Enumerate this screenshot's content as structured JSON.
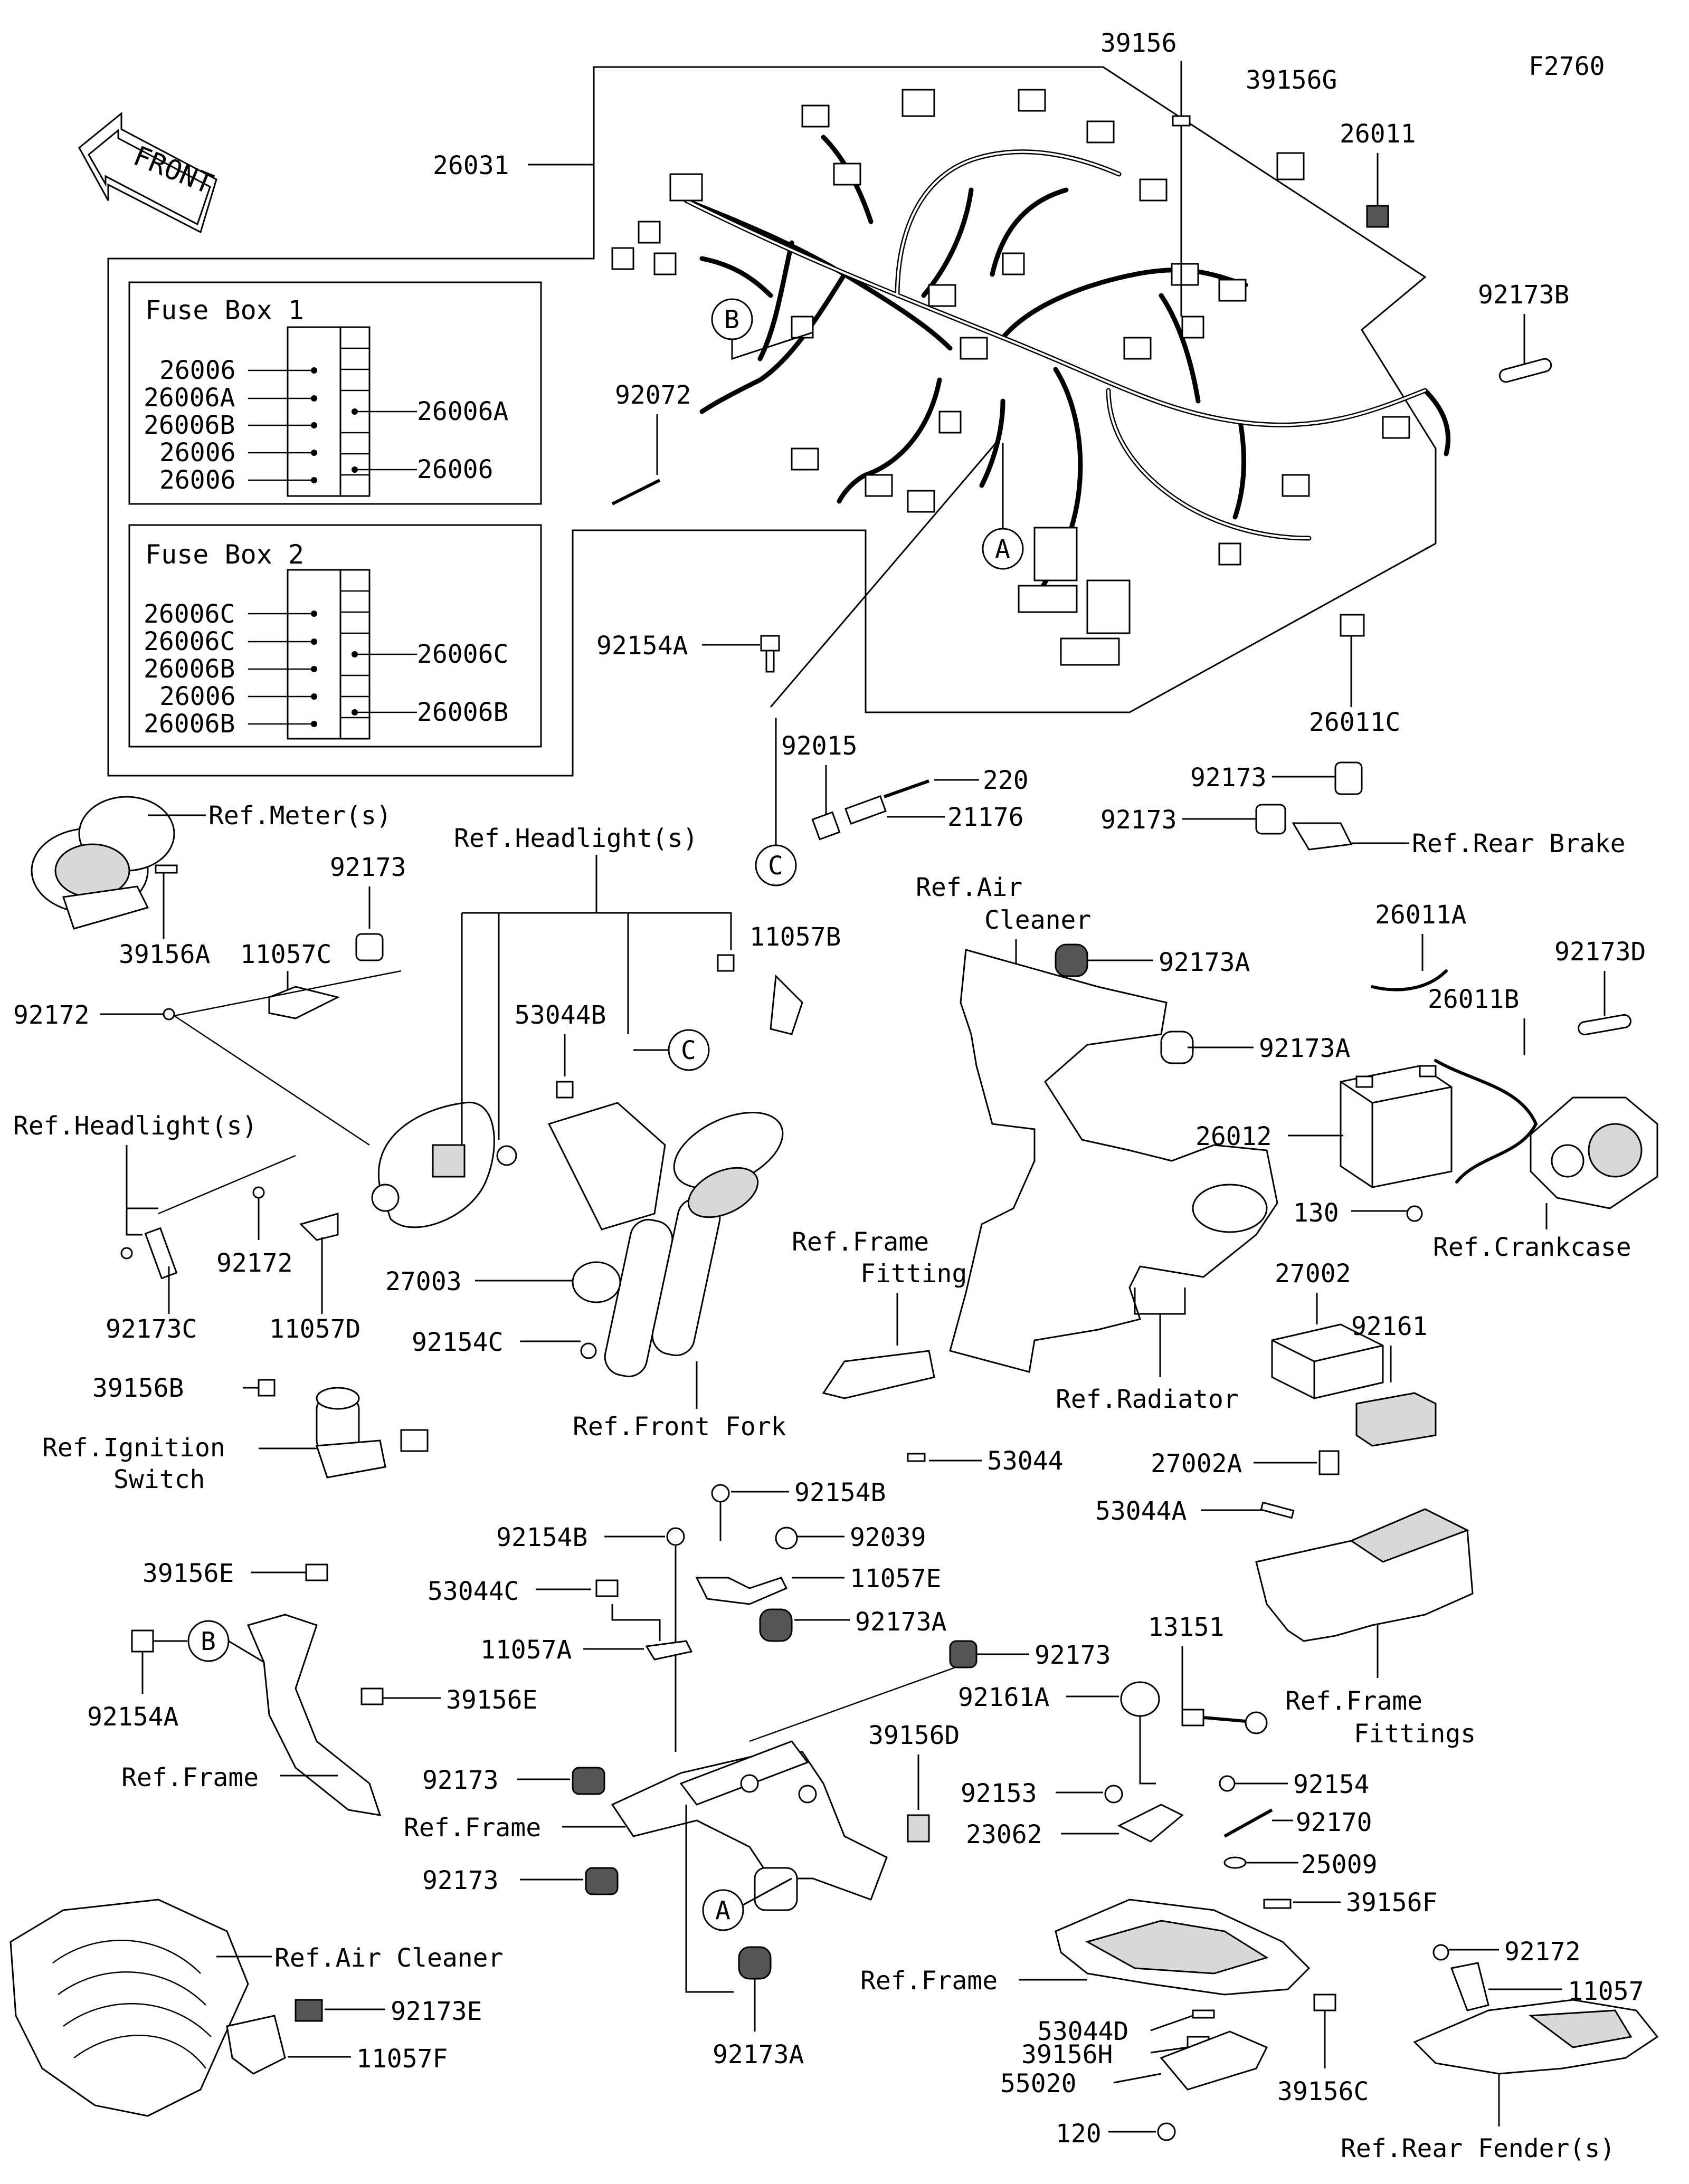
{
  "diagram_code": "F2760",
  "front_label": "FRONT",
  "fuse_boxes": [
    {
      "title": "Fuse Box 1",
      "left_labels": [
        "26006",
        "26006A",
        "26006B",
        "26006",
        "26006"
      ],
      "right_labels": [
        "26006A",
        "26006"
      ]
    },
    {
      "title": "Fuse Box 2",
      "left_labels": [
        "26006C",
        "26006C",
        "26006B",
        "26006",
        "26006B"
      ],
      "right_labels": [
        "26006C",
        "26006B"
      ]
    }
  ],
  "callouts": {
    "A": "A",
    "B": "B",
    "C": "C"
  },
  "labels": {
    "p26031": "26031",
    "p39156": "39156",
    "p39156G": "39156G",
    "p26011": "26011",
    "p92173B": "92173B",
    "p92072": "92072",
    "p92154A_top": "92154A",
    "p26011C": "26011C",
    "p92015": "92015",
    "p220": "220",
    "p21176": "21176",
    "p92173_rb1": "92173",
    "p92173_rb2": "92173",
    "ref_rear_brake": "Ref.Rear Brake",
    "ref_meter": "Ref.Meter(s)",
    "p92173_meter": "92173",
    "p39156A": "39156A",
    "p11057C": "11057C",
    "p92172_a": "92172",
    "ref_headlight_left": "Ref.Headlight(s)",
    "p92172_b": "92172",
    "p92173C": "92173C",
    "p11057D": "11057D",
    "ref_headlight_top": "Ref.Headlight(s)",
    "p11057B": "11057B",
    "p53044B": "53044B",
    "p27003": "27003",
    "p92154C": "92154C",
    "ref_front_fork": "Ref.Front Fork",
    "ref_frame_fittings_1a": "Ref.Frame",
    "ref_frame_fittings_1b": "Fittings",
    "p53044": "53044",
    "p39156B": "39156B",
    "ref_ignition_a": "Ref.Ignition",
    "ref_ignition_b": "Switch",
    "ref_air_cleaner_1a": "Ref.Air",
    "ref_air_cleaner_1b": "Cleaner",
    "p92173A_1": "92173A",
    "p92173A_2": "92173A",
    "ref_radiator": "Ref.Radiator",
    "p26011A": "26011A",
    "p92173D": "92173D",
    "p26011B": "26011B",
    "p26012": "26012",
    "p130": "130",
    "ref_crankcase": "Ref.Crankcase",
    "p27002": "27002",
    "p92161": "92161",
    "p27002A": "27002A",
    "p53044A": "53044A",
    "ref_frame_fittings_2a": "Ref.Frame",
    "ref_frame_fittings_2b": "Fittings",
    "p92154B_1": "92154B",
    "p92154B_2": "92154B",
    "p92039": "92039",
    "p11057E": "11057E",
    "p53044C": "53044C",
    "p92173A_3": "92173A",
    "p11057A": "11057A",
    "p92173_mid": "92173",
    "p39156E_1": "39156E",
    "p39156E_2": "39156E",
    "p92154A_bottom": "92154A",
    "ref_frame_1": "Ref.Frame",
    "p92173_l1": "92173",
    "ref_frame_2": "Ref.Frame",
    "p92173_l2": "92173",
    "p39156D": "39156D",
    "p13151": "13151",
    "p92161A": "92161A",
    "p92153": "92153",
    "p92154": "92154",
    "p23062": "23062",
    "p92170": "92170",
    "p25009": "25009",
    "p39156F": "39156F",
    "p92172_c": "92172",
    "p11057": "11057",
    "ref_frame_3": "Ref.Frame",
    "p53044D": "53044D",
    "p39156H": "39156H",
    "p55020": "55020",
    "p120": "120",
    "p39156C": "39156C",
    "ref_rear_fender": "Ref.Rear Fender(s)",
    "ref_air_cleaner_2": "Ref.Air Cleaner",
    "p92173E": "92173E",
    "p11057F": "11057F",
    "p92173A_4": "92173A"
  }
}
